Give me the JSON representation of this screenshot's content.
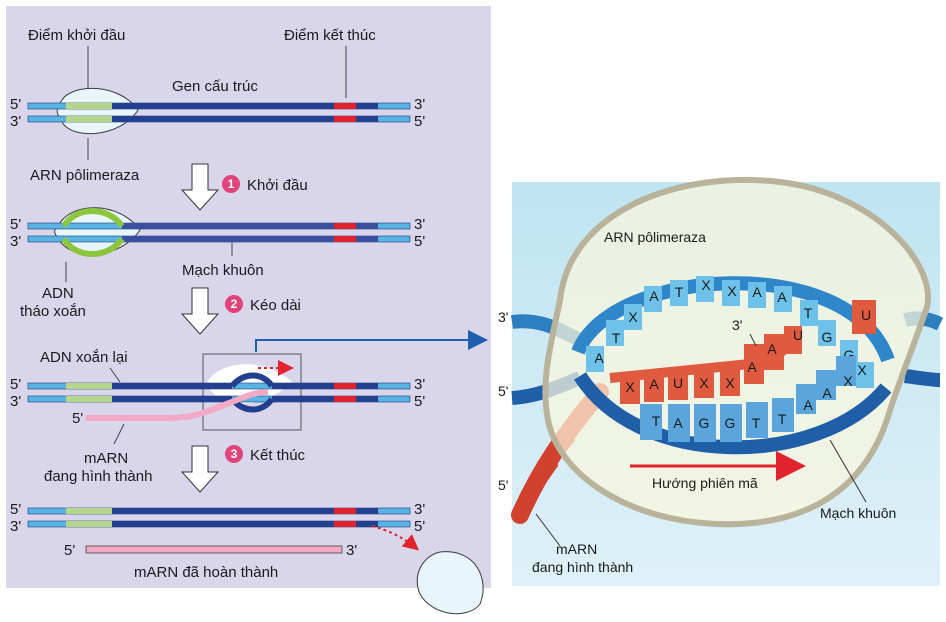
{
  "left_panel": {
    "label_start_point": "Điểm khởi đầu",
    "label_end_point": "Điểm kết thúc",
    "label_gene": "Gen cấu trúc",
    "label_polymerase": "ARN pôlimeraza",
    "label_template": "Mạch khuôn",
    "label_adn_unwind_1": "ADN",
    "label_adn_unwind_2": "tháo xoắn",
    "label_adn_rewind": "ADN xoắn lại",
    "label_mrna_forming_1": "mARN",
    "label_mrna_forming_2": "đang hình thành",
    "label_mrna_done": "mARN đã hoàn thành",
    "end_5": "5'",
    "end_3": "3'",
    "steps": [
      {
        "num": "1",
        "label": "Khởi đầu"
      },
      {
        "num": "2",
        "label": "Kéo dài"
      },
      {
        "num": "3",
        "label": "Kết thúc"
      }
    ]
  },
  "right_panel": {
    "label_polymerase": "ARN pôlimeraza",
    "label_direction": "Hướng phiên mã",
    "label_template": "Mạch khuôn",
    "label_mrna_1": "mARN",
    "label_mrna_2": "đang hình thành",
    "end_3_top": "3'",
    "end_5_mid": "5'",
    "end_5_bottom": "5'",
    "end_3_rna": "3'",
    "top_strand_bases": [
      "A",
      "T",
      "X",
      "A",
      "T",
      "X",
      "X",
      "A",
      "A",
      "T",
      "G",
      "G",
      "X"
    ],
    "rna_bases": [
      "X",
      "A",
      "U",
      "X",
      "X",
      "A",
      "A",
      "U",
      "U"
    ],
    "template_bases": [
      "T",
      "A",
      "G",
      "G",
      "T",
      "T",
      "A",
      "A",
      "X"
    ]
  },
  "colors": {
    "panel_bg": "#d9d6ec",
    "dna_dark": "#233f8f",
    "dna_light": "#5ab4e3",
    "promoter": "#b5d58c",
    "terminator": "#e0232c",
    "mrna_pink": "#f2a9c4",
    "step_circle": "#e0447a",
    "rna_red": "#e0503a"
  }
}
